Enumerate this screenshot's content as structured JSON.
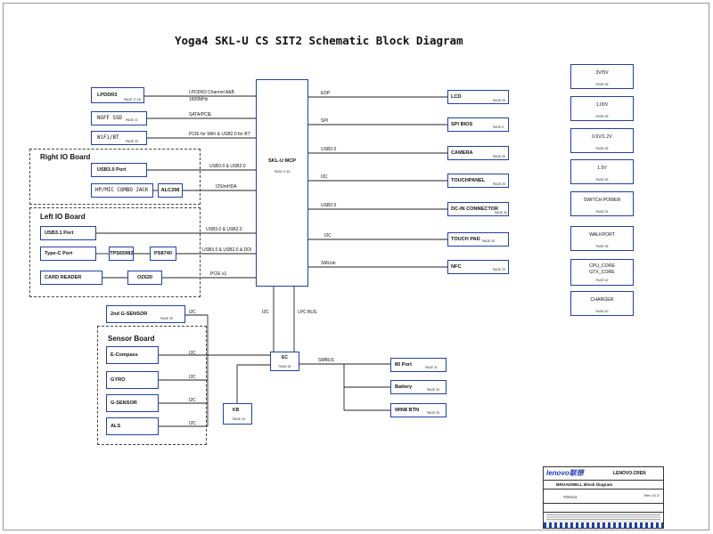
{
  "title": "Yoga4 SKL-U CS SIT2 Schematic Block Diagram",
  "groups": {
    "right_io": "Right IO Board",
    "left_io": "Left IO Board",
    "sensor": "Sensor Board"
  },
  "cpu": {
    "label": "SKL-U MCP",
    "page": "PAGE 3~16"
  },
  "ec": {
    "label": "EC",
    "page": "PAGE 25"
  },
  "blocks": {
    "lpddr3": {
      "label": "LPDDR3",
      "page": "PAGE 17,18"
    },
    "ngff": {
      "label": "NGFF SSD",
      "page": "PAGE 21"
    },
    "wifi": {
      "label": "WiFi/BT",
      "page": "PAGE 20"
    },
    "usb30port": {
      "label": "USB3.0 Port"
    },
    "combojack": {
      "label": "HP/MIC COMBO JACK"
    },
    "alc298": {
      "label": "ALC298"
    },
    "usb31port": {
      "label": "USB3.1 Port"
    },
    "typec": {
      "label": "Type-C Port"
    },
    "tps65982": {
      "label": "TPS65982"
    },
    "ps8740": {
      "label": "PS8740"
    },
    "cardreader": {
      "label": "CARD READER"
    },
    "oz620": {
      "label": "OZ620"
    },
    "gsensor2": {
      "label": "2nd G-SENSOR",
      "page": "PAGE 29"
    },
    "ecompass": {
      "label": "E-Compass"
    },
    "gyro": {
      "label": "GYRO"
    },
    "gsensor": {
      "label": "G-SENSOR"
    },
    "als": {
      "label": "ALS"
    },
    "kb": {
      "label": "KB",
      "page": "PAGE 23"
    },
    "port80": {
      "label": "80 Port",
      "page": "PAGE 31"
    },
    "battery": {
      "label": "Battery",
      "page": "PAGE 33"
    },
    "win8btn": {
      "label": "WIN8 BTN",
      "page": "PAGE 29"
    },
    "lcd": {
      "label": "LCD",
      "page": "PAGE 29"
    },
    "spibios": {
      "label": "SPI BIOS",
      "page": "PAGE 9"
    },
    "camera": {
      "label": "CAMERA",
      "page": "PAGE 29"
    },
    "touchpanel": {
      "label": "TOUCHPANEL",
      "page": "PAGE 29"
    },
    "dcin": {
      "label": "DC-IN CONNECTOR",
      "page": "PAGE 30"
    },
    "touchpad": {
      "label": "TOUCH PAD",
      "page": "PAGE 30"
    },
    "nfc": {
      "label": "NFC",
      "page": "PAGE 29"
    }
  },
  "signals": {
    "lpddr3_a": "LPDDR3 Channel A&B",
    "lpddr3_b": "1600MHz",
    "sata": "SATA/PCIE",
    "pcie_wifi": "PCIE for WiFi & USB2.0 for BT",
    "usb3_usb2_a": "USB3.0 & USB2.0",
    "i2s": "I2S/mHDA",
    "usb3_usb2_b": "USB3.0 & USB2.0",
    "usb3_usb2_ddi": "USB3.0 & USB2.0 & DDI",
    "pcie_x1": "PCIE x1",
    "i2c_cpu": "I2C",
    "lpc_bus": "LPC BUS",
    "edp": "EDP",
    "spi": "SPI",
    "usb20_cam": "USB2.0",
    "i2c_tp": "I2C",
    "usb20_dc": "USB2.0",
    "i2c_pad": "I2C",
    "smlink": "SMLink",
    "smbus": "SMBUS",
    "i2c_gs2": "I2C",
    "i2c_ec": "I2C",
    "i2c_gyro": "I2C",
    "i2c_gs": "I2C",
    "i2c_als": "I2C"
  },
  "power": [
    {
      "label": "3V/5V",
      "page": "PAGE 39"
    },
    {
      "label": "1.00V",
      "page": "PAGE 39"
    },
    {
      "label": "0.6V/1.2V",
      "page": "PAGE 39"
    },
    {
      "label": "1.5V",
      "page": "PAGE 39"
    },
    {
      "label": "SWITCH POWER",
      "page": "PAGE 31"
    },
    {
      "label": "WALKPORT",
      "page": "PAGE 39"
    },
    {
      "label": "CPU_CORE",
      "label2": "GTX_CORE",
      "page": "PAGE 42"
    },
    {
      "label": "CHARGER",
      "page": "PAGE 40"
    }
  ],
  "title_block": {
    "logo": "lenovo联想",
    "company": "LENOVO.CREN",
    "title": "BROADWELL Block Diagram",
    "doc": "YOGA4",
    "rev": "Rev V1.0"
  }
}
